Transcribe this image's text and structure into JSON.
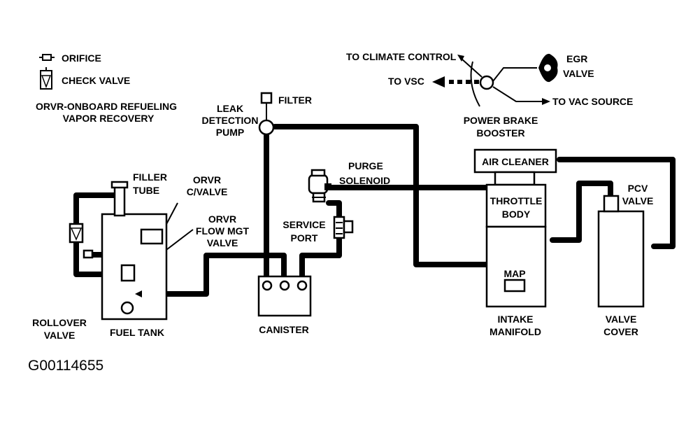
{
  "legend": {
    "orifice": "ORIFICE",
    "check_valve": "CHECK VALVE",
    "orvr_line1": "ORVR-ONBOARD REFUELING",
    "orvr_line2": "VAPOR RECOVERY"
  },
  "labels": {
    "filter": "FILTER",
    "leak_detection_pump": [
      "LEAK",
      "DETECTION",
      "PUMP"
    ],
    "to_climate_control": "TO CLIMATE CONTROL",
    "to_vsc": "TO VSC",
    "egr_valve": [
      "EGR",
      "VALVE"
    ],
    "to_vac_source": "TO VAC SOURCE",
    "power_brake_booster": [
      "POWER BRAKE",
      "BOOSTER"
    ],
    "purge_solenoid": [
      "PURGE",
      "SOLENOID"
    ],
    "air_cleaner": "AIR CLEANER",
    "filler_tube": [
      "FILLER",
      "TUBE"
    ],
    "orvr_cvalve": [
      "ORVR",
      "C/VALVE"
    ],
    "orvr_flow_mgt_valve": [
      "ORVR",
      "FLOW MGT",
      "VALVE"
    ],
    "service_port": [
      "SERVICE",
      "PORT"
    ],
    "throttle_body": [
      "THROTTLE",
      "BODY"
    ],
    "pcv_valve": [
      "PCV",
      "VALVE"
    ],
    "map": "MAP",
    "rollover_valve": [
      "ROLLOVER",
      "VALVE"
    ],
    "fuel_tank": "FUEL TANK",
    "canister": "CANISTER",
    "intake_manifold": [
      "INTAKE",
      "MANIFOLD"
    ],
    "valve_cover": [
      "VALVE",
      "COVER"
    ]
  },
  "figure_id": "G00114655"
}
